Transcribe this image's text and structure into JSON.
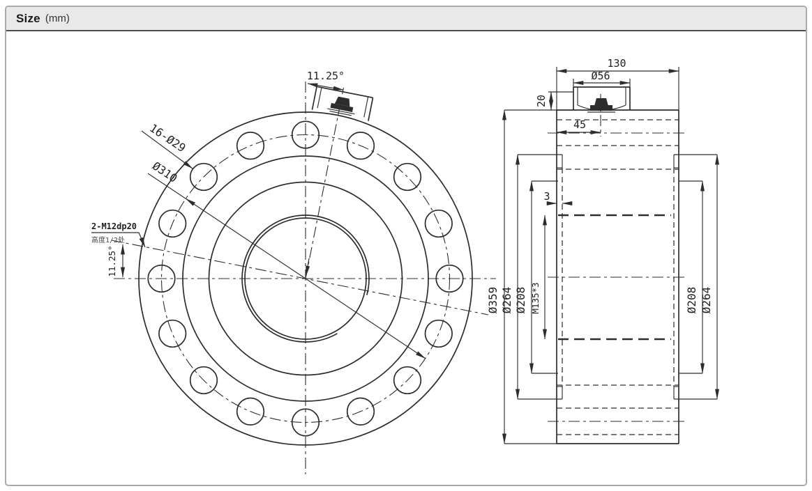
{
  "header": {
    "title": "Size",
    "unit": "(mm)"
  },
  "front_view": {
    "angle_top": "11.25°",
    "bolt_holes": "16-Ø29",
    "bolt_circle_dia": "Ø310",
    "side_thread": "2-M12dp20",
    "side_thread_note": "高度1/2处",
    "angle_left": "11.25°"
  },
  "side_view": {
    "overall_width": "130",
    "boss_dia": "Ø56",
    "boss_height": "20",
    "connector_offset": "45",
    "recess_depth": "3",
    "outer_dia": "Ø359",
    "left_outer_step_dia": "Ø264",
    "left_inner_step_dia": "Ø208",
    "center_thread": "M135*3",
    "right_inner_step_dia": "Ø208",
    "right_outer_step_dia": "Ø264"
  },
  "colors": {
    "line": "#2d2d2d",
    "header_bg": "#e9e9e9",
    "header_border": "#4d4d4d",
    "frame_border": "#ababab"
  }
}
